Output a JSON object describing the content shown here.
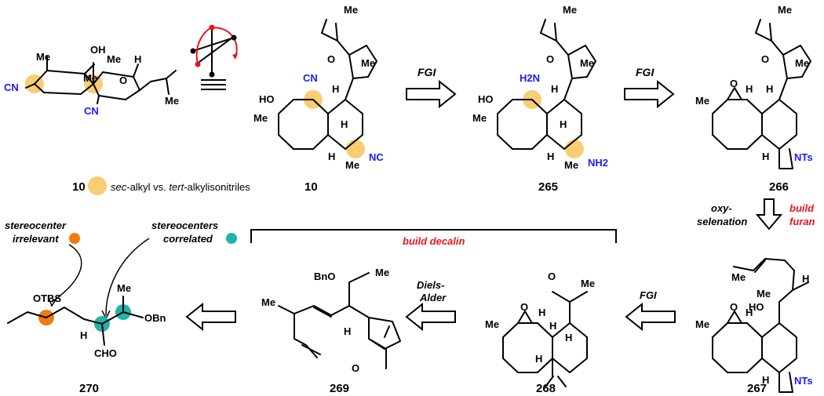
{
  "colors": {
    "blue_label": "#1a1aff",
    "red_label": "#e8141c",
    "orange": "#ef7d10",
    "teal": "#20b3ab",
    "highlight": "#f8cd74"
  },
  "compounds": {
    "c10a": "10",
    "c10b": "10",
    "c265": "265",
    "c266": "266",
    "c267": "267",
    "c268": "268",
    "c269": "269",
    "c270": "270"
  },
  "legend": {
    "prefix_italic": "sec",
    "middle": "-alkyl vs. ",
    "tert_italic": "tert",
    "suffix": "-alkylisonitriles"
  },
  "arrows": {
    "fgi_1": "FGI",
    "fgi_2": "FGI",
    "fgi_3": "FGI",
    "oxy_1": "oxy-",
    "oxy_2": "selenation",
    "furan_1": "build",
    "furan_2": "furan",
    "decalin": "build decalin",
    "da_1": "Diels-",
    "da_2": "Alder"
  },
  "notes": {
    "irrelevant_1": "stereocenter",
    "irrelevant_2": "irrelevant",
    "correlated_1": "stereocenters",
    "correlated_2": "correlated"
  },
  "atoms": {
    "me": "Me",
    "oh": "OH",
    "ho": "HO",
    "h": "H",
    "o": "O",
    "cn": "CN",
    "nc": "NC",
    "h2n": "H2N",
    "nh2": "NH2",
    "nts": "NTs",
    "bno": "BnO",
    "obn": "OBn",
    "otbs": "OTBS",
    "cho": "CHO"
  }
}
